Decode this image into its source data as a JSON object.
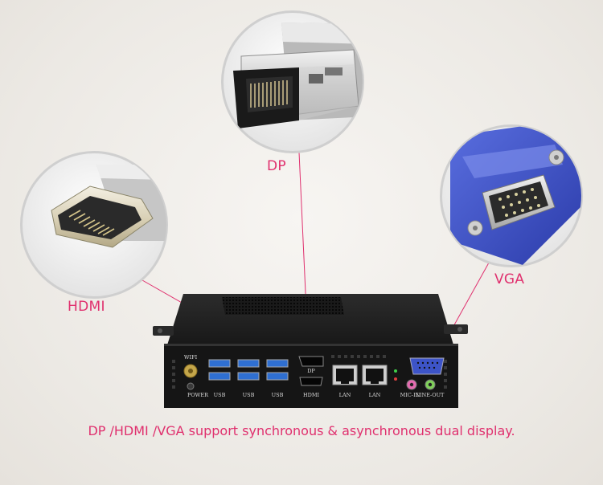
{
  "callouts": {
    "dp": "DP",
    "hdmi": "HDMI",
    "vga": "VGA"
  },
  "caption": "DP /HDMI /VGA support synchronous & asynchronous dual display.",
  "port_labels": {
    "wifi": "WIFI",
    "power": "POWER",
    "usb": "USB",
    "dp": "DP",
    "hdmi": "HDMI",
    "lan": "LAN",
    "mic_in": "MIC-IN",
    "line_out": "LINE-OUT"
  },
  "colors": {
    "accent": "#e0306e",
    "usb_blue": "#2f6fd1",
    "vga_blue": "#3d54c8"
  }
}
